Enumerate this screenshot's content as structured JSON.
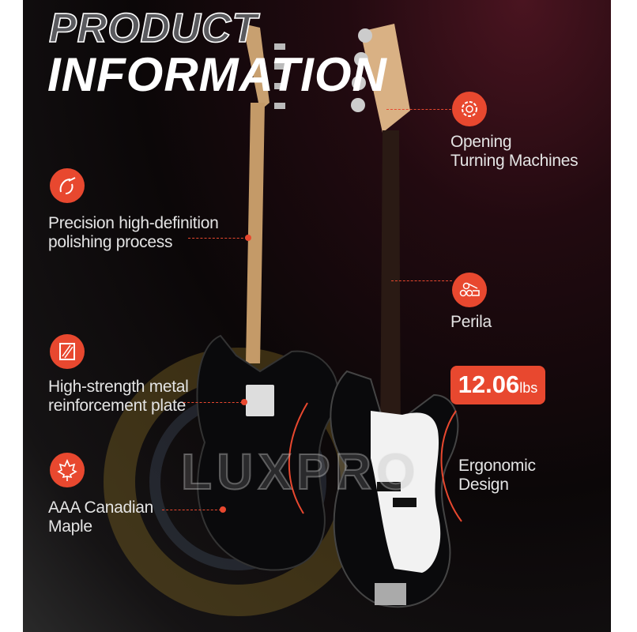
{
  "title": {
    "line1": "PRODUCT",
    "line2": "INFORMATION"
  },
  "features": {
    "polishing": {
      "icon": "polishing-icon",
      "line1": "Precision high-definition",
      "line2": "polishing process"
    },
    "plate": {
      "icon": "plate-icon",
      "line1": "High-strength metal",
      "line2": "reinforcement plate"
    },
    "maple": {
      "icon": "maple-leaf-icon",
      "line1": "AAA Canadian",
      "line2": "Maple"
    },
    "tuners": {
      "icon": "gear-icon",
      "line1": "Opening",
      "line2": "Turning Machines"
    },
    "perila": {
      "icon": "logs-icon",
      "line1": "Perila"
    },
    "ergonomic": {
      "line1": "Ergonomic",
      "line2": "Design"
    }
  },
  "weight": {
    "value": "12.06",
    "unit": "lbs"
  },
  "watermark": "LUXPRO",
  "colors": {
    "accent": "#e8482f",
    "background": "#0b0708"
  }
}
